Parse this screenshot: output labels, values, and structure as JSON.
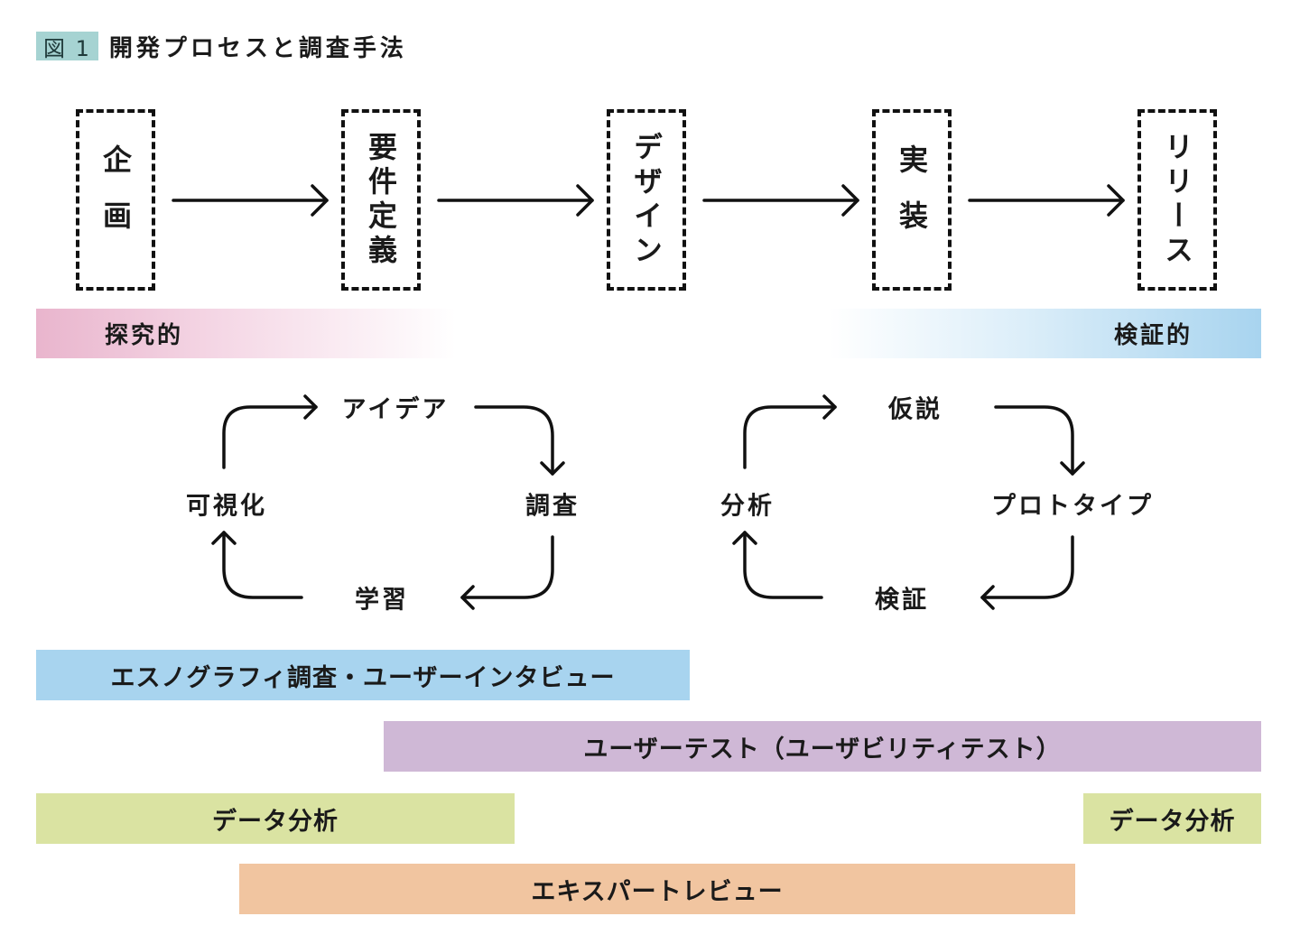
{
  "figure": {
    "label": "図 1",
    "title": "開発プロセスと調査手法"
  },
  "stages": [
    {
      "label": "企画"
    },
    {
      "label": "要件定義"
    },
    {
      "label": "デザイン"
    },
    {
      "label": "実装"
    },
    {
      "label": "リリース"
    }
  ],
  "orientation": {
    "left": {
      "label": "探究的",
      "color": "#e9b5cd"
    },
    "right": {
      "label": "検証的",
      "color": "#a8d4ef"
    }
  },
  "cycles": {
    "exploratory": {
      "top": "アイデア",
      "right": "調査",
      "bottom": "学習",
      "left": "可視化"
    },
    "validation": {
      "top": "仮説",
      "right": "プロトタイプ",
      "bottom": "検証",
      "left": "分析"
    }
  },
  "methods": [
    {
      "label": "エスノグラフィ調査・ユーザーインタビュー",
      "color": "#a8d4ef",
      "span_stages": "企画 – デザイン"
    },
    {
      "label": "ユーザーテスト（ユーザビリティテスト）",
      "color": "#cfb8d6",
      "span_stages": "要件定義 – リリース"
    },
    {
      "label": "データ分析",
      "color": "#dae3a2",
      "span_stages": "企画 – 要件定義"
    },
    {
      "label": "データ分析",
      "color": "#dae3a2",
      "span_stages": "リリース"
    },
    {
      "label": "エキスパートレビュー",
      "color": "#f1c5a0",
      "span_stages": "企画 – 実装"
    }
  ]
}
